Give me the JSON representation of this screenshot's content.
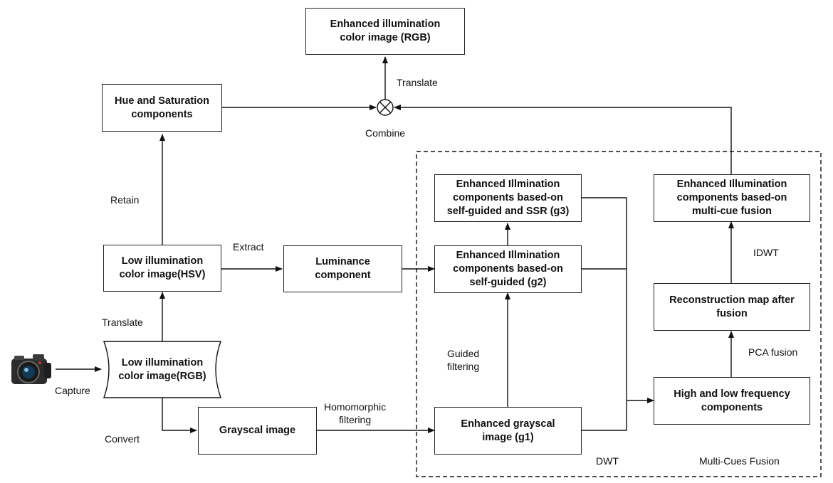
{
  "boxes": {
    "enhanced_rgb": "Enhanced illumination\ncolor image (RGB)",
    "hue_saturation": "Hue and Saturation\ncomponents",
    "low_hsv": "Low illumination\ncolor image(HSV)",
    "luminance": "Luminance\ncomponent",
    "low_rgb": "Low illumination\ncolor image(RGB)",
    "grayscale": "Grayscal image",
    "g3": "Enhanced Illmination\ncomponents based-on\nself-guided and SSR (g3)",
    "g2": "Enhanced Illmination\ncomponents based-on\nself-guided (g2)",
    "g1": "Enhanced grayscal\nimage (g1)",
    "multi_cue": "Enhanced Illumination\ncomponents based-on\nmulti-cue fusion",
    "reconstruction": "Reconstruction map after\nfusion",
    "high_low": "High and low frequency\ncomponents"
  },
  "labels": {
    "translate_top": "Translate",
    "combine": "Combine",
    "retain": "Retain",
    "extract": "Extract",
    "translate_left": "Translate",
    "capture": "Capture",
    "convert": "Convert",
    "homomorphic": "Homomorphic\nfiltering",
    "guided": "Guided\nfiltering",
    "idwt": "IDWT",
    "pca": "PCA fusion",
    "dwt": "DWT",
    "region": "Multi-Cues Fusion"
  },
  "icons": {
    "camera": "camera-icon",
    "combine_node": "combine-circle-icon"
  }
}
